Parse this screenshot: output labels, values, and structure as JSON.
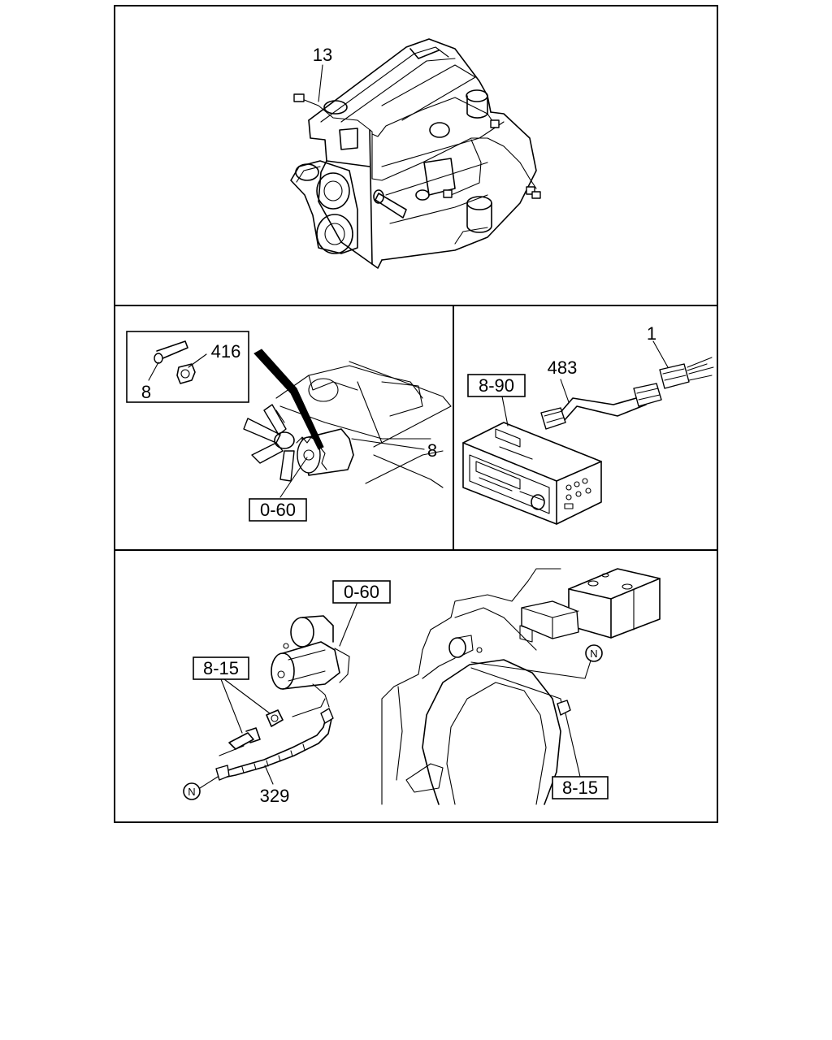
{
  "panels": {
    "engine": {
      "callouts": {
        "harness": "13"
      }
    },
    "alternator": {
      "callouts": {
        "bolt": "8",
        "nut": "416",
        "alt_bolt": "8"
      },
      "refs": {
        "alt_ref": "0-60"
      }
    },
    "radio": {
      "callouts": {
        "connector": "1",
        "harness": "483"
      },
      "refs": {
        "radio_ref": "8-90"
      }
    },
    "starter": {
      "callouts": {
        "cable": "329"
      },
      "refs": {
        "starter_ref": "0-60",
        "bolt_ref": "8-15",
        "ground_ref": "8-15"
      },
      "markers": {
        "n_left": "N",
        "n_right": "N"
      }
    }
  }
}
